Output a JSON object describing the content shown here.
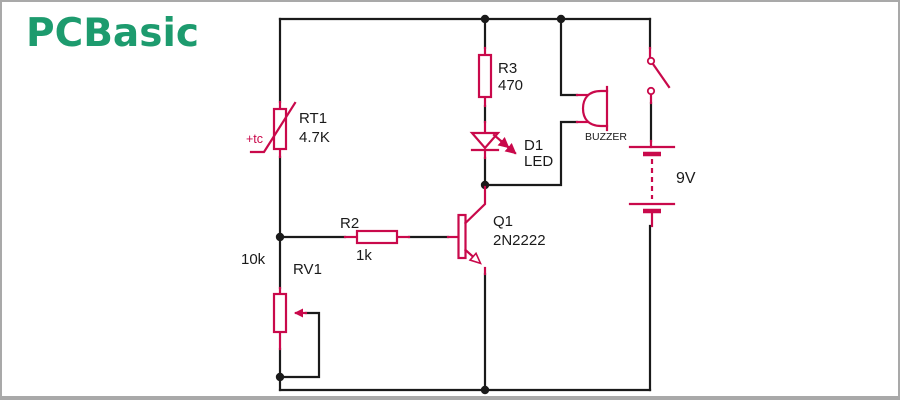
{
  "logo": {
    "text": "PCBasic"
  },
  "colors": {
    "wire": "#1a1a1a",
    "component": "#c9094b",
    "logo_green": "#1d9b6e",
    "frame": "#a9a9a9",
    "background": "#ffffff"
  },
  "components": {
    "thermistor": {
      "ref": "RT1",
      "value": "4.7K",
      "marking": "+tc"
    },
    "potentiometer": {
      "ref": "RV1",
      "value": "10k"
    },
    "base_resistor": {
      "ref": "R2",
      "value": "1k"
    },
    "led_resistor": {
      "ref": "R3",
      "value": "470"
    },
    "led": {
      "ref": "D1",
      "value": "LED"
    },
    "transistor": {
      "ref": "Q1",
      "value": "2N2222"
    },
    "buzzer": {
      "label": "BUZZER"
    },
    "battery": {
      "value": "9V"
    }
  }
}
